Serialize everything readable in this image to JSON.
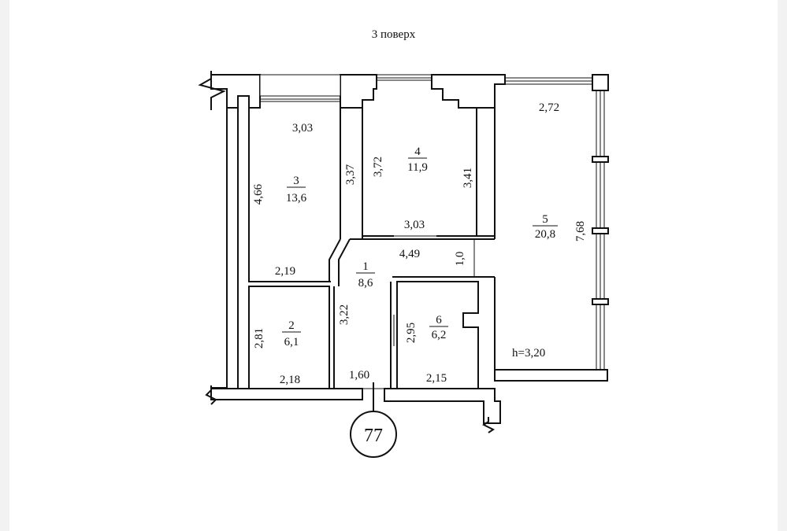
{
  "floor_label": "3 поверх",
  "apartment_number": "77",
  "ceiling_height": "h=3,20",
  "rooms": [
    {
      "id": "1",
      "area": "8,6"
    },
    {
      "id": "2",
      "area": "6,1"
    },
    {
      "id": "3",
      "area": "13,6"
    },
    {
      "id": "4",
      "area": "11,9"
    },
    {
      "id": "5",
      "area": "20,8"
    },
    {
      "id": "6",
      "area": "6,2"
    }
  ],
  "dimensions": {
    "room3_top": "3,03",
    "room3_left": "4,66",
    "room3_right": "3,37",
    "room3_bottom": "2,19",
    "room4_left": "3,72",
    "room4_right": "3,41",
    "room4_bottom": "3,03",
    "room5_top": "2,72",
    "room5_right": "7,68",
    "hall_width": "4,49",
    "hall_passage": "1,0",
    "room1_left": "3,22",
    "room1_bottom": "1,60",
    "room2_left": "2,81",
    "room2_bottom": "2,18",
    "room6_left": "2,95",
    "room6_bottom": "2,15"
  }
}
